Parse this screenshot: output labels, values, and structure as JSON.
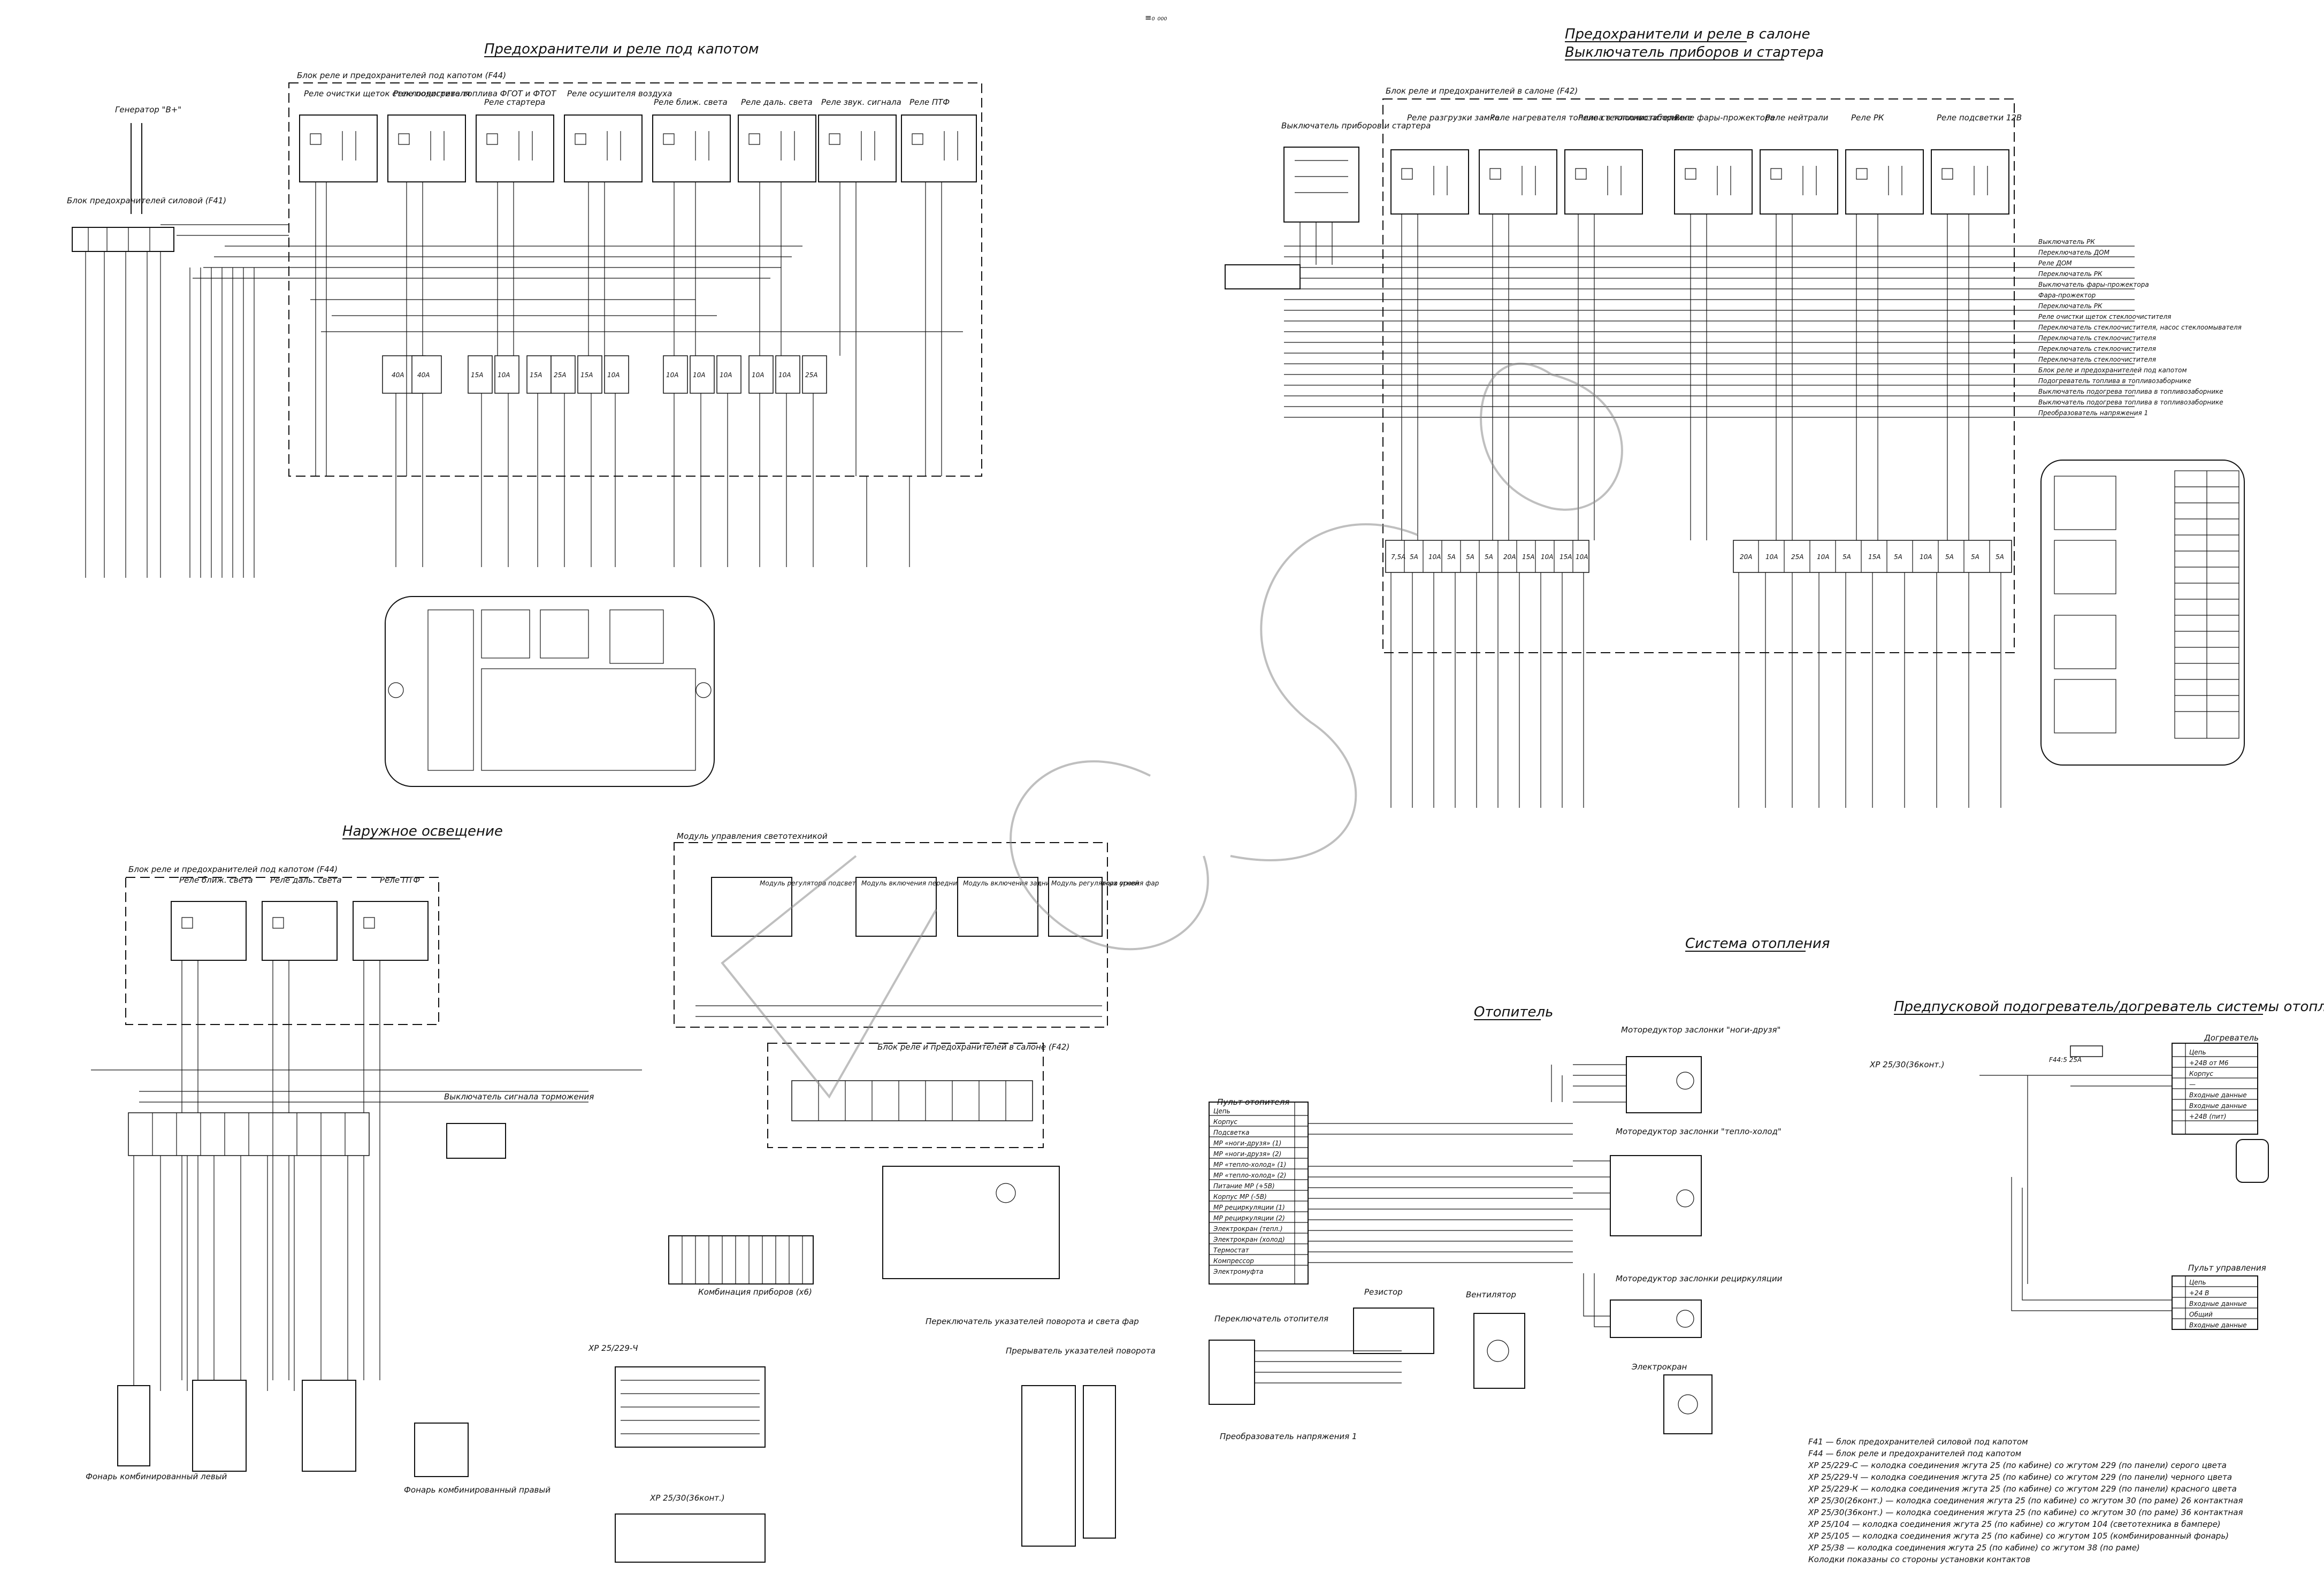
{
  "header": {
    "mark": "≡₀ ₀₀₀"
  },
  "sections": {
    "under_hood": "Предохранители и реле под капотом",
    "cabin_1": "Предохранители и реле в салоне",
    "cabin_2": "Выключатель приборов и стартера",
    "outdoor_lighting": "Наружное освещение",
    "heating_system": "Система отопления",
    "heater": "Отопитель",
    "preheater": "Предпусковой подогреватель/догреватель системы отопления"
  },
  "blocks": {
    "f44": "Блок реле и предохранителей под капотом (F44)",
    "f44_b": "Блок реле и предохранителей под капотом (F44)",
    "f42": "Блок реле и предохранителей в салоне (F42)",
    "f42_b": "Блок реле и предохранителей в салоне (F42)",
    "f41": "Блок предохранителей силовой (F41)",
    "generator": "Генератор \"В+\"",
    "light_module": "Модуль управления светотехникой",
    "ign_switch": "Выключатель приборов и стартера",
    "brake_switch": "Выключатель сигнала торможения",
    "instrument_cluster": "Комбинация приборов (x6)",
    "turn_switch": "Переключатель указателей поворота и света фар",
    "turn_breaker": "Прерыватель указателей поворота"
  },
  "f44_relays": [
    "Реле очистки щеток стеклоочистителя",
    "Реле подогрева топлива ФГОТ и ФТОТ",
    "Реле стартера",
    "Реле осушителя воздуха",
    "Реле ближ. света",
    "Реле даль. света",
    "Реле звук. сигнала",
    "Реле ПТФ"
  ],
  "f42_relays": [
    "Реле разгрузки замка",
    "Реле нагревателя топлива в топливозаборнике",
    "Реле стеклоочистителя",
    "Реле фары-прожектора",
    "Реле нейтрали",
    "Реле РК",
    "Реле подсветки 12В"
  ],
  "f44_fuses": [
    "40А",
    "40А",
    "15А",
    "10А",
    "15А",
    "25А",
    "15А",
    "10А",
    "10А",
    "10А",
    "10А",
    "10А",
    "10А",
    "25А"
  ],
  "f42_fuses_left": [
    "7,5А",
    "5А",
    "10А",
    "5А",
    "5А",
    "5А",
    "20А",
    "15А",
    "10А",
    "15А",
    "10А"
  ],
  "f42_fuses_right": [
    "20А",
    "10А",
    "25А",
    "10А",
    "5А",
    "15А",
    "5А",
    "10А",
    "5А",
    "5А",
    "5А"
  ],
  "module_units": [
    "Модуль регулятора подсветки символов",
    "Модуль включения передних противотуманных фар",
    "Модуль включения задних противотуманных огней",
    "Модуль регулятора уровня фар"
  ],
  "connectors": [
    "ХР 25/229-К",
    "ХР 25/229-Ч",
    "ХР 25/229-С",
    "ХР 25/30(36конт.)",
    "ХР 25/104",
    "ХР 25/105",
    "ХР 25/38"
  ],
  "heater": {
    "panel_title": "Пульт отопителя",
    "rows": [
      "Цепь",
      "Корпус",
      "Подсветка",
      "МР «ноги-друзя» (1)",
      "МР «ноги-друзя» (2)",
      "МР «тепло-холод» (1)",
      "МР «тепло-холод» (2)",
      "Питание МР (+5В)",
      "Корпус МР (-5В)",
      "МР рециркуляции (1)",
      "МР рециркуляции (2)",
      "Электрокран (тепл.)",
      "Электрокран (холод)",
      "Термостат",
      "Компрессор",
      "Электромуфта"
    ],
    "motors": [
      "Моторедуктор заслонки \"ноги-друзя\"",
      "Моторедуктор заслонки \"тепло-холод\"",
      "Моторедуктор заслонки рециркуляции"
    ],
    "resistor": "Резистор",
    "fan": "Вентилятор",
    "valve": "Электрокран",
    "switch": "Переключатель отопителя",
    "converter": "Преобразователь напряжения 1"
  },
  "preheater": {
    "title": "Догреватель",
    "rows": [
      "Цепь",
      "+24В от М6",
      "Корпус",
      "—",
      "Входные данные",
      "Входные данные",
      "+24В (пит)"
    ],
    "panel_title": "Пульт управления",
    "panel_rows": [
      "Цепь",
      "+24 В",
      "Входные данные",
      "Общий",
      "Входные данные"
    ],
    "fuse": "F44:5 25А",
    "connector": "ХР 25/30(36конт.)"
  },
  "outdoor_relays": [
    "Реле ближ. света",
    "Реле даль. света",
    "Реле ПТФ"
  ],
  "lamps_left": "Фонарь комбинированный левый",
  "lamps_right": "Фонарь комбинированный правый",
  "f42_outputs": [
    "Выключатель РК",
    "Переключатель ДОМ",
    "Реле ДОМ",
    "Переключатель РК",
    "Выключатель фары-прожектора",
    "Фара-прожектор",
    "Переключатель РК",
    "Реле очистки щеток стеклоочистителя",
    "Переключатель стеклоочистителя, насос стеклоомывателя",
    "Переключатель стеклоочистителя",
    "Переключатель стеклоочистителя",
    "Переключатель стеклоочистителя",
    "Блок реле и предохранителей под капотом",
    "Подогреватель топлива в топливозаборнике",
    "Выключатель подогрева топлива в топливозаборнике",
    "Выключатель подогрева топлива в топливозаборнике",
    "Преобразователь напряжения 1"
  ],
  "legend": [
    "F41 — блок предохранителей силовой под капотом",
    "F44 — блок реле и предохранителей под капотом",
    "ХР 25/229-С — колодка соединения жгута 25 (по кабине) со жгутом 229 (по панели) серого цвета",
    "ХР 25/229-Ч — колодка соединения жгута 25 (по кабине) со жгутом 229 (по панели) черного цвета",
    "ХР 25/229-К — колодка соединения жгута 25 (по кабине) со жгутом 229 (по панели) красного цвета",
    "ХР 25/30(26конт.) — колодка соединения жгута 25 (по кабине) со жгутом 30 (по раме) 26 контактная",
    "ХР 25/30(36конт.) — колодка соединения жгута 25 (по кабине) со жгутом 30 (по раме) 36 контактная",
    "ХР 25/104 — колодка соединения жгута 25 (по кабине) со жгутом 104 (светотехника в бампере)",
    "ХР 25/105 — колодка соединения жгута 25 (по кабине) со жгутом 105 (комбинированный фонарь)",
    "ХР 25/38 — колодка соединения жгута 25 (по кабине) со жгутом 38 (по раме)",
    "Колодки показаны со стороны установки контактов"
  ]
}
